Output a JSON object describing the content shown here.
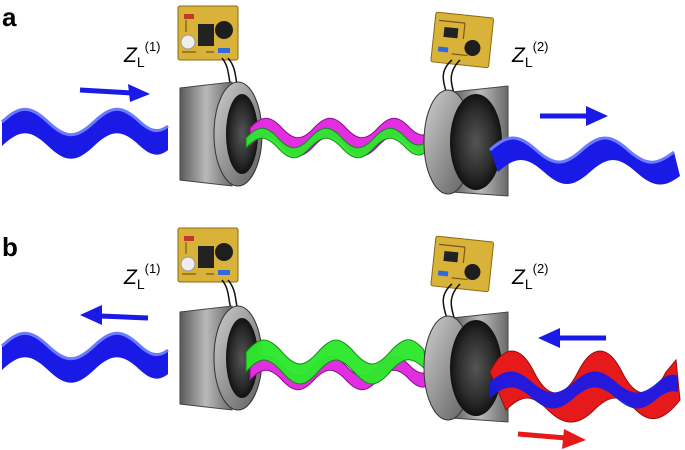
{
  "panels": [
    {
      "letter": "a",
      "labels": [
        {
          "main": "Z",
          "sub": "L",
          "sup": "(1)"
        },
        {
          "main": "Z",
          "sub": "L",
          "sup": "(2)"
        }
      ]
    },
    {
      "letter": "b",
      "labels": [
        {
          "main": "Z",
          "sub": "L",
          "sup": "(1)"
        },
        {
          "main": "Z",
          "sub": "L",
          "sup": "(2)"
        }
      ]
    }
  ],
  "colors": {
    "incident_wave": "#1a1ae6",
    "reflected_wave": "#e61a1a",
    "mode_green": "#2ee82e",
    "mode_magenta": "#e02ee0",
    "arrow_blue": "#1a1ae6",
    "arrow_red": "#e61a1a",
    "pcb": "#d9b23a",
    "speaker_frame": "#8e8e8e",
    "speaker_cone": "#2e2e2e"
  },
  "icons": [
    "circuit-board-icon",
    "loudspeaker-icon",
    "wave-ribbon-icon",
    "arrow-icon"
  ]
}
